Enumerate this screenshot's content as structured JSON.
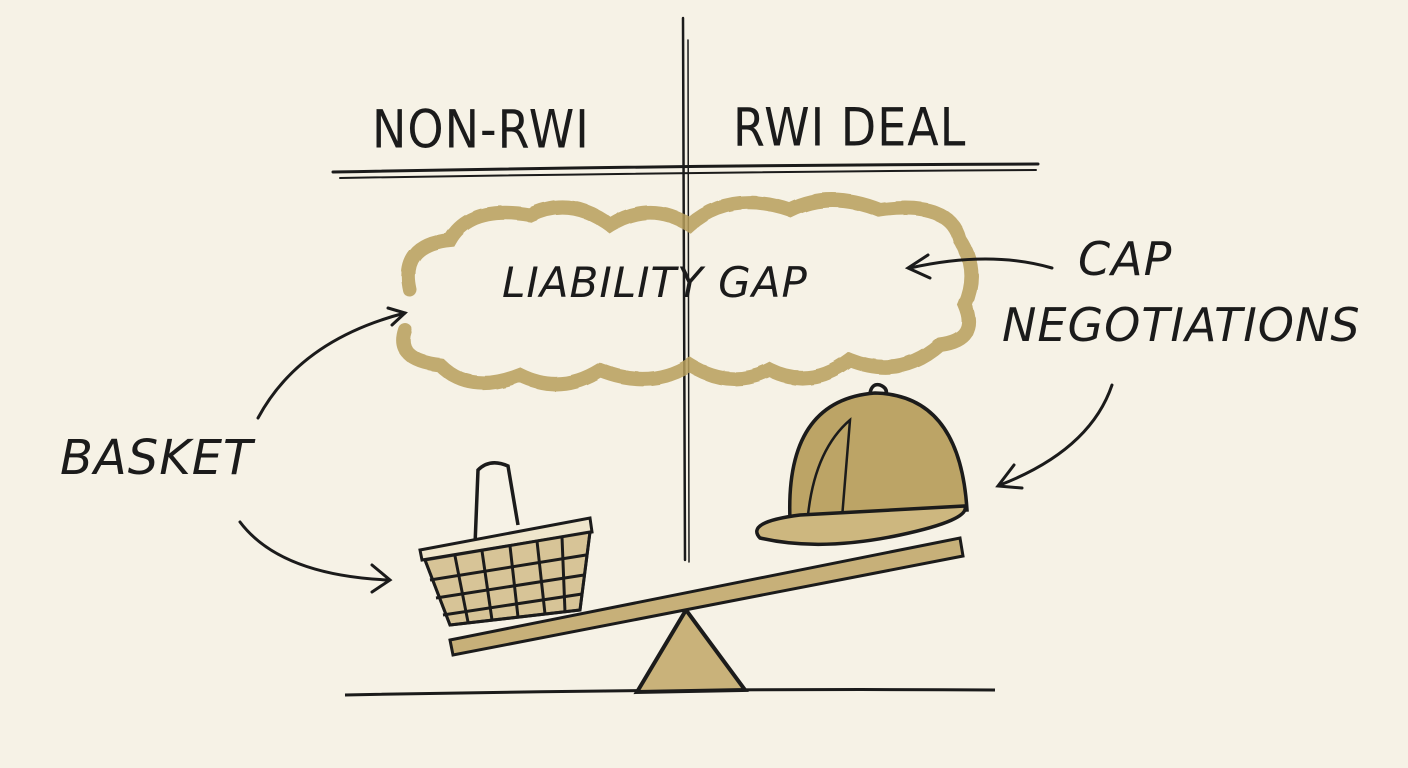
{
  "diagram": {
    "type": "hand-drawn sketch comparison",
    "colors": {
      "background": "#f6f2e6",
      "ink": "#1b1b1b",
      "wash": "#b89f5c"
    },
    "columns": {
      "left_header": "NON-RWI",
      "right_header": "RWI DEAL"
    },
    "cloud": {
      "label": "LIABILITY GAP"
    },
    "annotations": {
      "cap_line1": "CAP",
      "cap_line2": "NEGOTIATIONS",
      "basket": "BASKET"
    },
    "objects": {
      "left_pan": "basket-icon",
      "right_pan": "hard-hat-icon",
      "fulcrum": "triangle-fulcrum",
      "tilt": "seesaw tilted down toward basket"
    }
  }
}
